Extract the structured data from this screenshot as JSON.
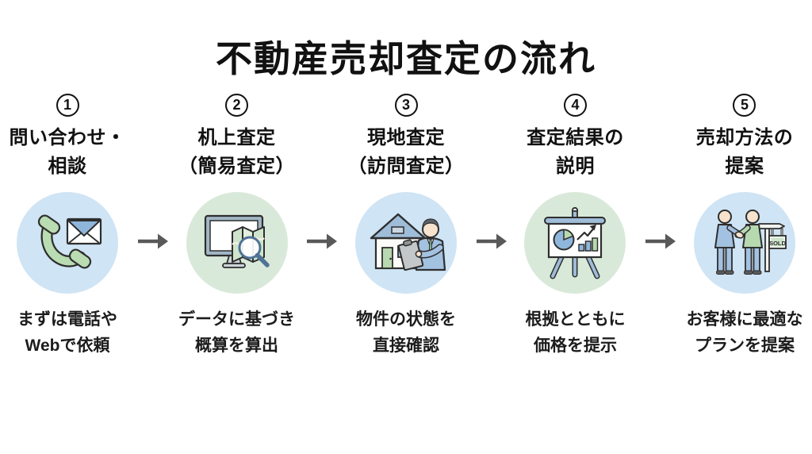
{
  "page": {
    "title": "不動産売却査定の流れ",
    "background_color": "#ffffff"
  },
  "colors": {
    "blue_circle": "#cfe4f4",
    "green_circle": "#d9e9d9",
    "arrow": "#595959",
    "text": "#111111",
    "phone_green": "#b9dcb2",
    "envelope_flap_blue": "#8fb6da",
    "suit_blue": "#a3c1e0",
    "jacket_green": "#b7d9b0",
    "roof_blue": "#9fbcd8",
    "sold_board_green": "#cde4ca"
  },
  "steps": [
    {
      "number": "1",
      "title_line1": "問い合わせ・",
      "title_line2": "相談",
      "desc_line1": "まずは電話や",
      "desc_line2": "Webで依頼",
      "icon": "phone-email-icon",
      "circle_color": "#cfe4f4"
    },
    {
      "number": "2",
      "title_line1": "机上査定",
      "title_line2": "（簡易査定）",
      "desc_line1": "データに基づき",
      "desc_line2": "概算を算出",
      "icon": "desktop-map-magnifier-icon",
      "circle_color": "#d9e9d9"
    },
    {
      "number": "3",
      "title_line1": "現地査定",
      "title_line2": "（訪問査定）",
      "desc_line1": "物件の状態を",
      "desc_line2": "直接確認",
      "icon": "house-agent-icon",
      "circle_color": "#cfe4f4"
    },
    {
      "number": "4",
      "title_line1": "査定結果の",
      "title_line2": "説明",
      "desc_line1": "根拠とともに",
      "desc_line2": "価格を提示",
      "icon": "presentation-chart-icon",
      "circle_color": "#d9e9d9"
    },
    {
      "number": "5",
      "title_line1": "売却方法の",
      "title_line2": "提案",
      "desc_line1": "お客様に最適な",
      "desc_line2": "プランを提案",
      "icon": "handshake-sold-icon",
      "circle_color": "#cfe4f4"
    }
  ],
  "sold_sign_label": "SOLD"
}
